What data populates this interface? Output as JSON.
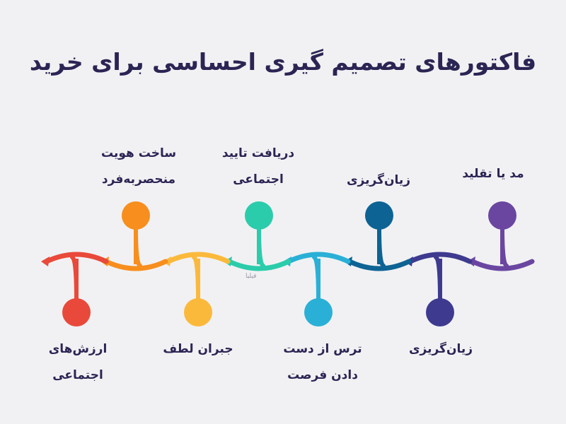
{
  "title": "فاکتورهای تصمیم گیری  احساسی برای خرید",
  "watermark": "فیلیا",
  "factors": [
    {
      "position": "top",
      "color": "#6a46a1",
      "lines": [
        "مد یا تقلید"
      ]
    },
    {
      "position": "bottom",
      "color": "#3e3a8f",
      "lines": [
        "زیان‌گریزی"
      ]
    },
    {
      "position": "top",
      "color": "#0d6394",
      "lines": [
        "زیان‌گریزی"
      ]
    },
    {
      "position": "bottom",
      "color": "#2ab0d6",
      "lines": [
        "ترس از دست",
        "دادن فرصت"
      ]
    },
    {
      "position": "top",
      "color": "#2bccab",
      "lines": [
        "دریافت تایید",
        "اجتماعی"
      ]
    },
    {
      "position": "bottom",
      "color": "#fbb93c",
      "lines": [
        "جبران لطف"
      ]
    },
    {
      "position": "top",
      "color": "#f78e1d",
      "lines": [
        "ساخت هویت",
        "منحصربه‌فرد"
      ]
    },
    {
      "position": "bottom",
      "color": "#e9493a",
      "lines": [
        "ارزش‌های",
        "اجتماعی"
      ]
    }
  ]
}
